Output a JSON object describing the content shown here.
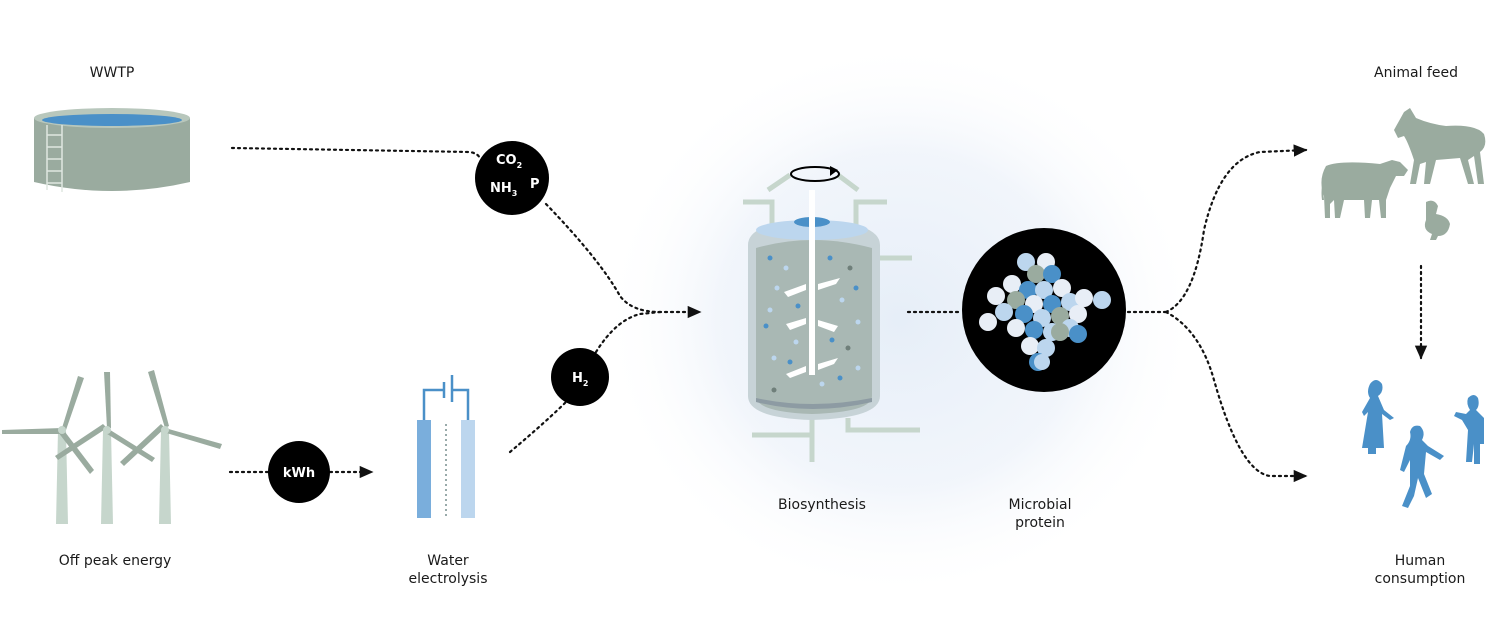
{
  "labels": {
    "wwtp": "WWTP",
    "offpeak": "Off peak energy",
    "water_line1": "Water",
    "water_line2": "electrolysis",
    "biosynthesis": "Biosynthesis",
    "microbial_line1": "Microbial",
    "microbial_line2": "protein",
    "animal_feed": "Animal feed",
    "human_line1": "Human",
    "human_line2": "consumption"
  },
  "nodes": {
    "co2": "CO",
    "co2_sub": "2",
    "nh3": "NH",
    "nh3_sub": "3",
    "p": "P",
    "h2": "H",
    "h2_sub": "2",
    "kwh": "kWh"
  },
  "icons": [
    "tank-icon",
    "wind-turbine-icon",
    "electrolysis-cell-icon",
    "bioreactor-icon",
    "microbe-cluster-icon",
    "cow-icon",
    "horse-icon",
    "duck-icon",
    "people-icon"
  ],
  "colors": {
    "grey_green": "#9aab9f",
    "light_green": "#c6d6cc",
    "blue": "#4a90c8",
    "light_blue": "#bcd6ee",
    "dark": "#000000"
  }
}
